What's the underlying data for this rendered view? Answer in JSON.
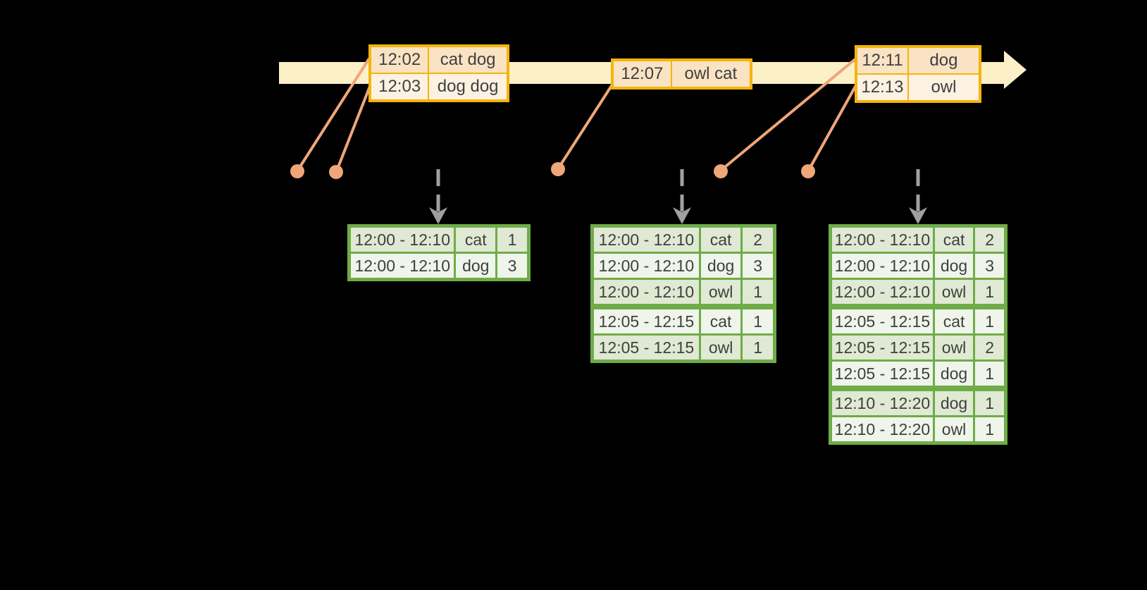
{
  "colors": {
    "background": "#000000",
    "timeline_fill": "#FCF0C8",
    "event_border": "#F5B40D",
    "event_row_dark": "#FAE3C3",
    "event_row_light": "#FDF2E2",
    "connector": "#EFA678",
    "result_border": "#6FAC48",
    "result_row_green": "#DFE9D3",
    "result_row_light": "#F0F5EB",
    "trigger_arrow": "#A0A0A0",
    "text": "#3F3F3F"
  },
  "event_tables": [
    {
      "rows": [
        [
          "12:02",
          "cat dog"
        ],
        [
          "12:03",
          "dog dog"
        ]
      ]
    },
    {
      "rows": [
        [
          "12:07",
          "owl cat"
        ]
      ]
    },
    {
      "rows": [
        [
          "12:11",
          "dog"
        ],
        [
          "12:13",
          "owl"
        ]
      ]
    }
  ],
  "result_tables": [
    {
      "group_breaks": [],
      "rows": [
        [
          "12:00 - 12:10",
          "cat",
          "1"
        ],
        [
          "12:00 - 12:10",
          "dog",
          "3"
        ]
      ]
    },
    {
      "group_breaks": [
        3
      ],
      "rows": [
        [
          "12:00 - 12:10",
          "cat",
          "2"
        ],
        [
          "12:00 - 12:10",
          "dog",
          "3"
        ],
        [
          "12:00 - 12:10",
          "owl",
          "1"
        ],
        [
          "12:05 - 12:15",
          "cat",
          "1"
        ],
        [
          "12:05 - 12:15",
          "owl",
          "1"
        ]
      ]
    },
    {
      "group_breaks": [
        3,
        6
      ],
      "rows": [
        [
          "12:00 - 12:10",
          "cat",
          "2"
        ],
        [
          "12:00 - 12:10",
          "dog",
          "3"
        ],
        [
          "12:00 - 12:10",
          "owl",
          "1"
        ],
        [
          "12:05 - 12:15",
          "cat",
          "1"
        ],
        [
          "12:05 - 12:15",
          "owl",
          "2"
        ],
        [
          "12:05 - 12:15",
          "dog",
          "1"
        ],
        [
          "12:10 - 12:20",
          "dog",
          "1"
        ],
        [
          "12:10 - 12:20",
          "owl",
          "1"
        ]
      ]
    }
  ]
}
